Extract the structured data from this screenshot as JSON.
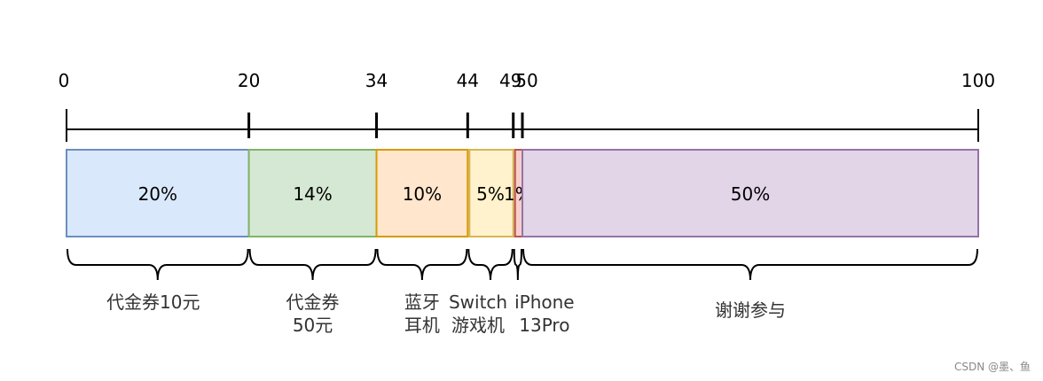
{
  "axis": {
    "ticks": [
      {
        "value": 0,
        "label": "0"
      },
      {
        "value": 20,
        "label": "20"
      },
      {
        "value": 34,
        "label": "34"
      },
      {
        "value": 44,
        "label": "44"
      },
      {
        "value": 49,
        "label": "49"
      },
      {
        "value": 50,
        "label": "50"
      },
      {
        "value": 100,
        "label": "100"
      }
    ],
    "min": 0,
    "max": 100
  },
  "segments": [
    {
      "start": 0,
      "end": 20,
      "percent_label": "20%",
      "fill": "#dae8fc",
      "stroke": "#6c8ebf",
      "caption": [
        "代金券10元"
      ]
    },
    {
      "start": 20,
      "end": 34,
      "percent_label": "14%",
      "fill": "#d5e8d4",
      "stroke": "#82b366",
      "caption": [
        "代金券",
        "50元"
      ]
    },
    {
      "start": 34,
      "end": 44,
      "percent_label": "10%",
      "fill": "#ffe6cc",
      "stroke": "#d79b00",
      "caption": [
        "蓝牙",
        "耳机"
      ]
    },
    {
      "start": 44,
      "end": 49,
      "percent_label": "5%",
      "fill": "#fff2cc",
      "stroke": "#d6b656",
      "caption": [
        "Switch",
        "游戏机"
      ]
    },
    {
      "start": 49,
      "end": 50,
      "percent_label": "1%",
      "fill": "#f8cecc",
      "stroke": "#b85450",
      "caption": [
        "iPhone",
        "13Pro"
      ]
    },
    {
      "start": 50,
      "end": 100,
      "percent_label": "50%",
      "fill": "#e1d5e7",
      "stroke": "#9673a6",
      "caption": [
        "谢谢参与"
      ]
    }
  ],
  "watermark": "CSDN @墨、鱼"
}
